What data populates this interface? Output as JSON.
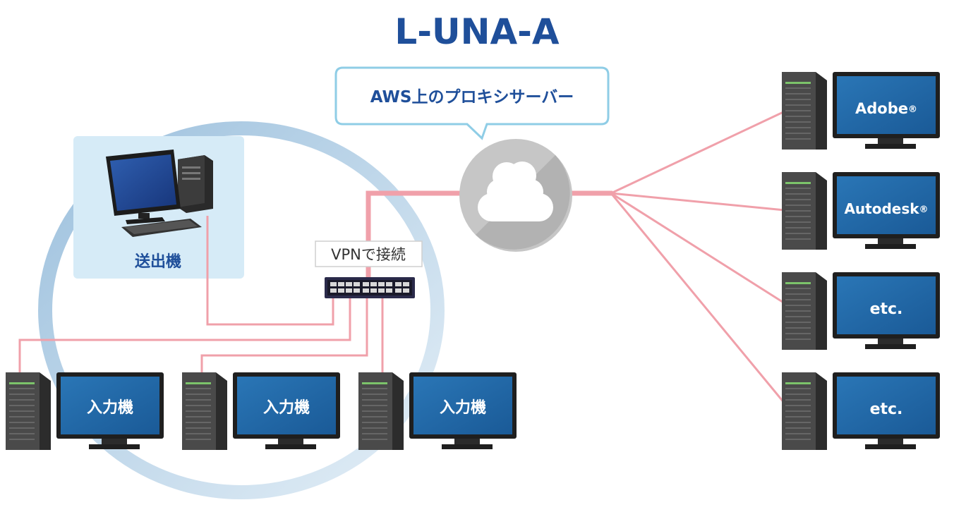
{
  "title": "L-UNA-A",
  "proxy": {
    "label": "AWS上のプロキシサーバー"
  },
  "sender": {
    "label": "送出機"
  },
  "vpn": {
    "label": "VPNで接続"
  },
  "input_machines": [
    {
      "label": "入力機"
    },
    {
      "label": "入力機"
    },
    {
      "label": "入力機"
    }
  ],
  "services": [
    {
      "label": "Adobe",
      "mark": "®"
    },
    {
      "label": "Autodesk",
      "mark": "®"
    },
    {
      "label": "etc.",
      "mark": ""
    },
    {
      "label": "etc.",
      "mark": ""
    }
  ],
  "colors": {
    "title": "#1f4f9a",
    "link": "#f0a0aa",
    "screen": "#1c5f9e",
    "tower": "#3a3a3a",
    "sender_bg": "#d6ebf7",
    "bubble_border": "#8fcde6"
  }
}
